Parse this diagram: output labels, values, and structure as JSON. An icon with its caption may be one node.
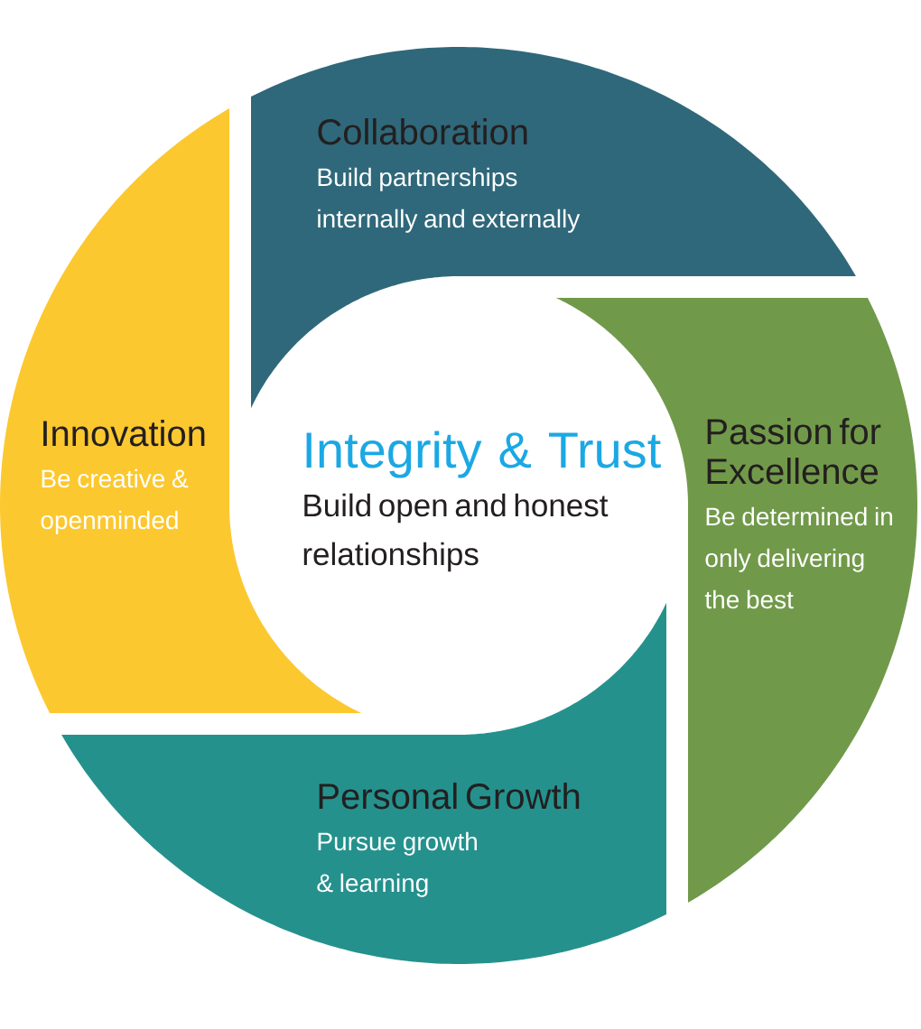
{
  "diagram": {
    "nodes": [
      {
        "text": [
          "Collaboration",
          "Build partnerships internally and externally"
        ]
      },
      {
        "text": [
          "Passion for Excellence",
          "Be determined in only delivering the best"
        ]
      },
      {
        "text": [
          "Personal Growth",
          "Pursue growth & learning"
        ]
      },
      {
        "text": [
          "Innovation",
          "Be creative & openminded"
        ]
      },
      {
        "text": [
          "Integrity & Trust",
          "Build open and honest relationships"
        ]
      }
    ]
  }
}
